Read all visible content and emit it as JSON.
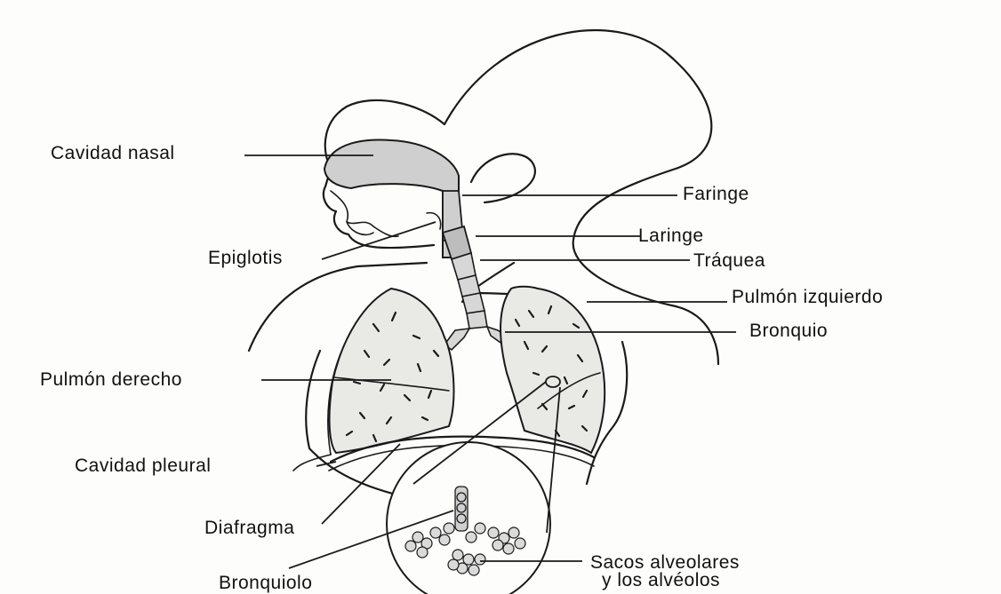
{
  "labels": {
    "cavidad_nasal": "Cavidad nasal",
    "faringe": "Faringe",
    "epiglotis": "Epiglotis",
    "laringe": "Laringe",
    "traquea": "Tráquea",
    "pulmon_izquierdo": "Pulmón izquierdo",
    "bronquio": "Bronquio",
    "pulmon_derecho": "Pulmón derecho",
    "cavidad_pleural": "Cavidad pleural",
    "diafragma": "Diafragma",
    "bronquiolo": "Bronquiolo",
    "sacos_alveolares_line1": "Sacos alveolares",
    "sacos_alveolares_line2": "y los alvéolos"
  },
  "colors": {
    "ink": "#1a1a1a",
    "shading": "#cfcfcf",
    "lung_fill": "#e9e9e6",
    "background": "#fdfdfb"
  }
}
